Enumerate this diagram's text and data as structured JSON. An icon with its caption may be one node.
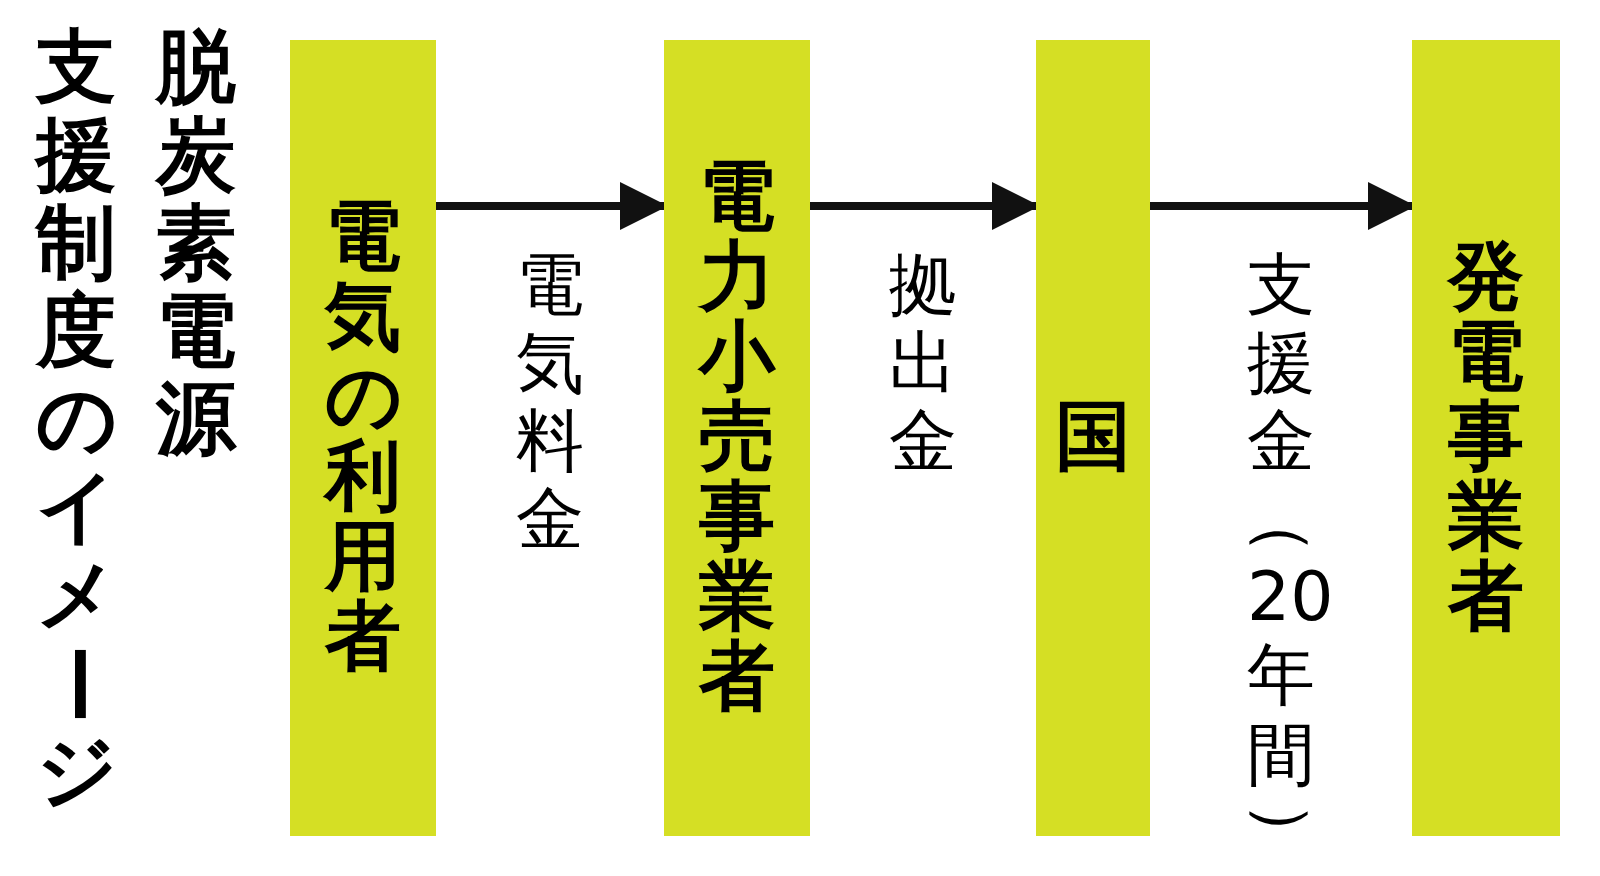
{
  "diagram": {
    "labels": [
      "脱炭素電源",
      "支援制度のイメージ"
    ],
    "nodes": [
      {
        "text": [
          "電気の利用者"
        ]
      },
      {
        "text": [
          "電力小売事業者"
        ]
      },
      {
        "text": [
          "国"
        ]
      },
      {
        "text": [
          "発電事業者"
        ]
      }
    ],
    "edges": [
      {
        "from": 0,
        "to": 1,
        "arrow": "to",
        "label": "電気料金"
      },
      {
        "from": 1,
        "to": 2,
        "arrow": "to",
        "label": "拠出金"
      },
      {
        "from": 2,
        "to": 3,
        "arrow": "to",
        "label": "支援金（20年間）"
      }
    ]
  }
}
